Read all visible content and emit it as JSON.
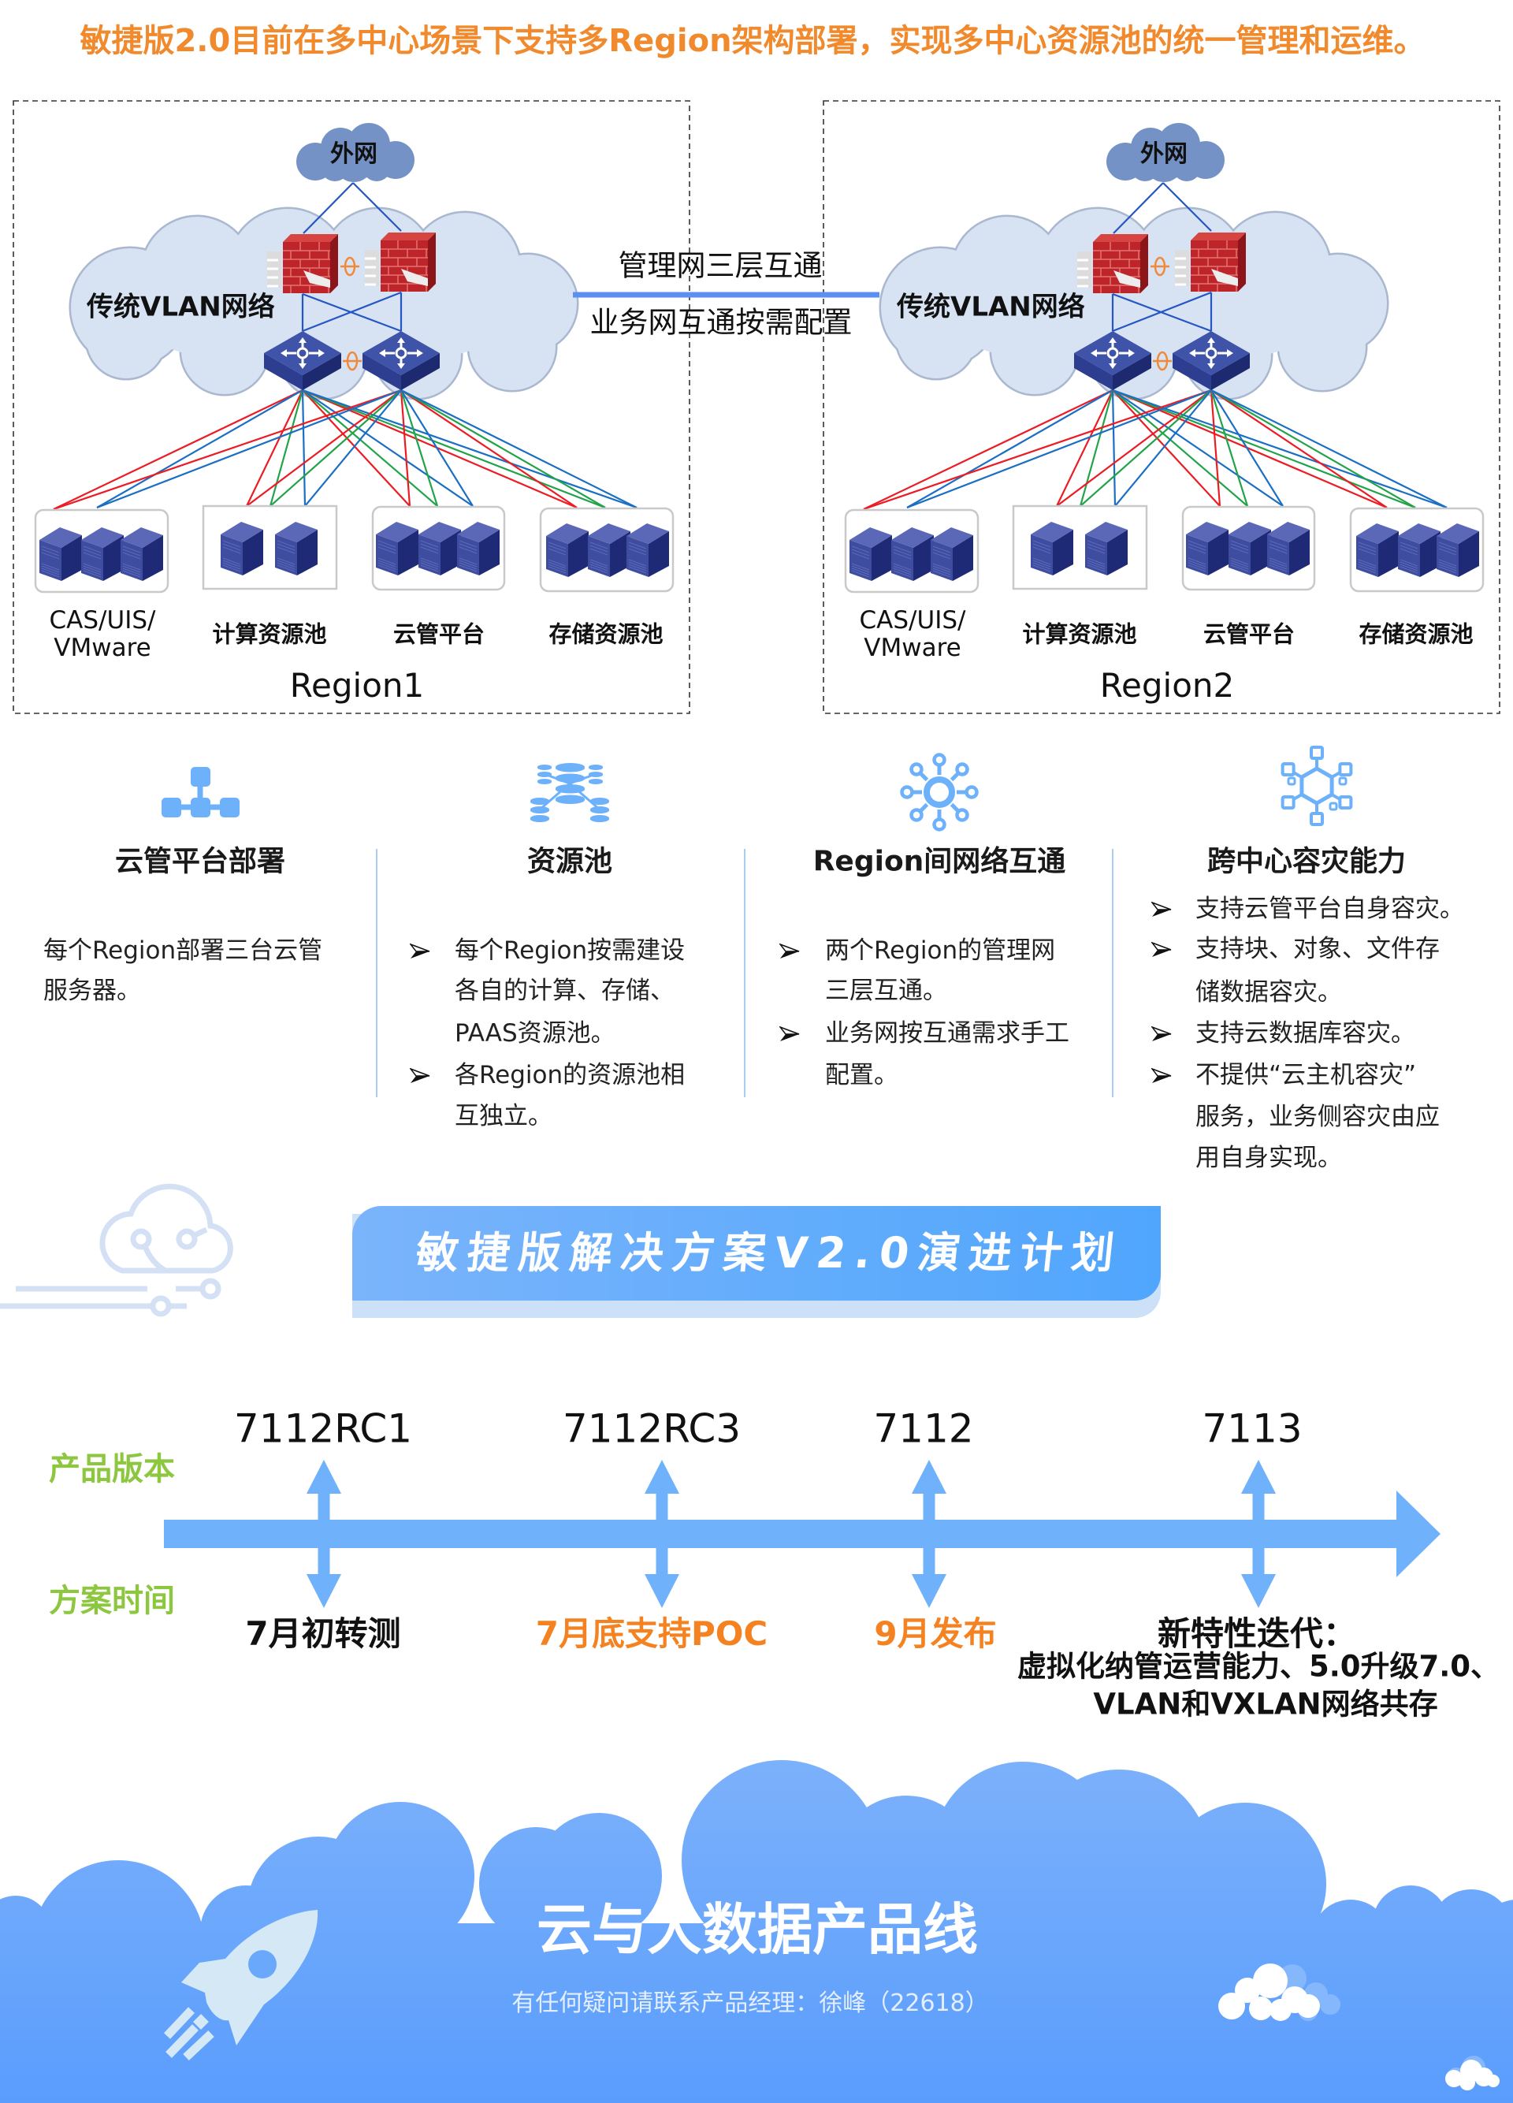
{
  "header": {
    "title": "敏捷版2.0目前在多中心场景下支持多Region架构部署，实现多中心资源池的统一管理和运维。"
  },
  "diagram": {
    "regions": [
      {
        "name": "Region1",
        "external_network": "外网",
        "core_network": "传统VLAN网络",
        "pools": [
          {
            "label_lines": [
              "CAS/UIS/",
              "VMware"
            ]
          },
          {
            "label": "计算资源池"
          },
          {
            "label": "云管平台"
          },
          {
            "label": "存储资源池"
          }
        ]
      },
      {
        "name": "Region2",
        "external_network": "外网",
        "core_network": "传统VLAN网络",
        "pools": [
          {
            "label_lines": [
              "CAS/UIS/",
              "VMware"
            ]
          },
          {
            "label": "计算资源池"
          },
          {
            "label": "云管平台"
          },
          {
            "label": "存储资源池"
          }
        ]
      }
    ],
    "interconnect": {
      "management": "管理网三层互通",
      "business": "业务网互通按需配置"
    }
  },
  "features": [
    {
      "icon": "hierarchy-icon",
      "title": "云管平台部署",
      "paragraph_lines": [
        "每个Region部署三台云管",
        "服务器。"
      ]
    },
    {
      "icon": "database-cluster-icon",
      "title": "资源池",
      "bullets": [
        {
          "lines": [
            "每个Region按需建设",
            "各自的计算、存储、",
            "PAAS资源池。"
          ]
        },
        {
          "lines": [
            "各Region的资源池相",
            "互独立。"
          ]
        }
      ]
    },
    {
      "icon": "network-hub-icon",
      "title": "Region间网络互通",
      "bullets": [
        {
          "lines": [
            "两个Region的管理网",
            "三层互通。"
          ]
        },
        {
          "lines": [
            "业务网按互通需求手工",
            "配置。"
          ]
        }
      ]
    },
    {
      "icon": "hex-network-icon",
      "title": "跨中心容灾能力",
      "bullets": [
        {
          "lines": [
            "支持云管平台自身容灾。"
          ]
        },
        {
          "lines": [
            "支持块、对象、文件存",
            "储数据容灾。"
          ]
        },
        {
          "lines": [
            "支持云数据库容灾。"
          ]
        },
        {
          "lines": [
            "不提供“云主机容灾”",
            "服务，业务侧容灾由应",
            "用自身实现。"
          ]
        }
      ]
    }
  ],
  "banner": {
    "title": "敏捷版解决方案V2.0演进计划"
  },
  "timeline": {
    "row_labels": {
      "version": "产品版本",
      "time": "方案时间"
    },
    "milestones": [
      {
        "version": "7112RC1",
        "time": "7月初转测",
        "time_color": "#111111"
      },
      {
        "version": "7112RC3",
        "time": "7月底支持POC",
        "time_color": "#F58220"
      },
      {
        "version": "7112",
        "time": "9月发布",
        "time_color": "#F58220"
      },
      {
        "version": "7113",
        "time": "新特性迭代：",
        "time_color": "#111111",
        "details": [
          "虚拟化纳管运营能力、5.0升级7.0、",
          "VLAN和VXLAN网络共存"
        ]
      }
    ]
  },
  "footer": {
    "title": "云与大数据产品线",
    "contact": "有任何疑问请联系产品经理：徐峰（22618）"
  },
  "colors": {
    "headline_orange": "#F08A2D",
    "highlight_orange": "#F58220",
    "row_label_green": "#8DC63F",
    "icon_blue": "#6DB1FB",
    "timeline_blue": "#70B1FB",
    "link_red": "#EC1C24",
    "link_green": "#22A34A",
    "link_blue": "#1A6FC4"
  }
}
